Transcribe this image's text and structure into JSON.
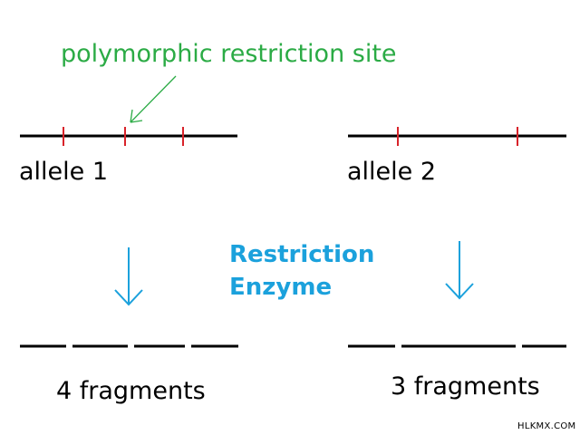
{
  "annotation": {
    "label": "polymorphic restriction site"
  },
  "alleles": [
    {
      "label": "allele 1",
      "restriction_sites": 3
    },
    {
      "label": "allele 2",
      "restriction_sites": 2
    }
  ],
  "enzyme": {
    "line1": "Restriction",
    "line2": "Enzyme"
  },
  "fragments": [
    {
      "label": "4 fragments",
      "count": 4
    },
    {
      "label": "3 fragments",
      "count": 3
    }
  ],
  "watermark": "HLKMX.COM",
  "colors": {
    "dna_line": "#000000",
    "restriction_site": "#d8232a",
    "annotation": "#2bab45",
    "enzyme": "#1ba1dc"
  }
}
